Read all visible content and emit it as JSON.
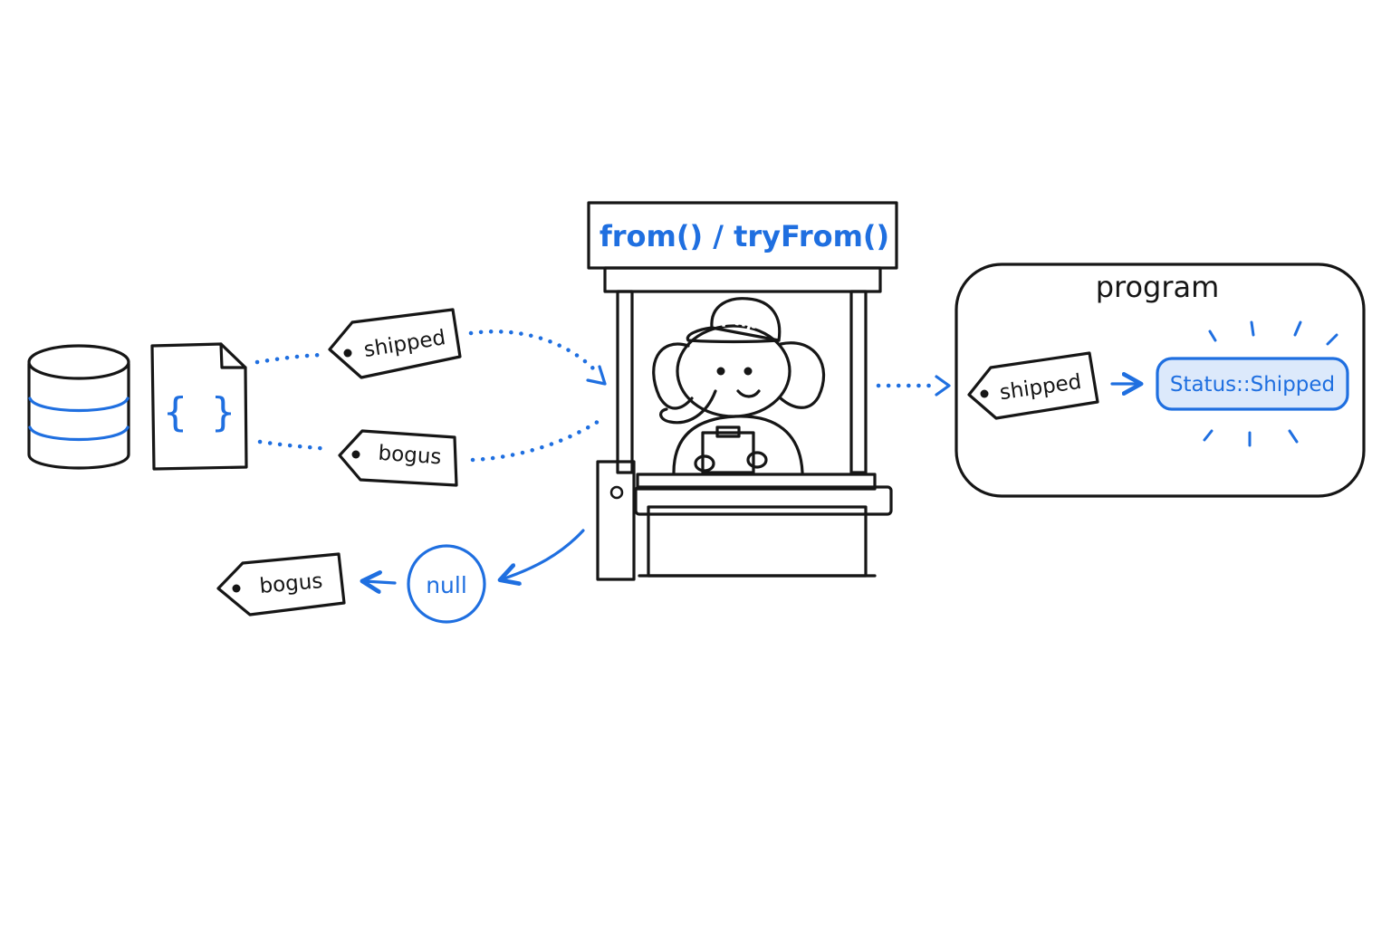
{
  "colors": {
    "accent": "#1f6fe0",
    "ink": "#161616",
    "accent_soft": "#dce9fb"
  },
  "booth": {
    "sign": "from() / tryFrom()",
    "cap_text": "php"
  },
  "inputs": {
    "source_icons": [
      "database-icon",
      "json-file-icon"
    ],
    "file_glyph": "{ }",
    "tag_valid": "shipped",
    "tag_invalid": "bogus"
  },
  "program": {
    "title": "program",
    "tag": "shipped",
    "enum_case": "Status::Shipped"
  },
  "rejected": {
    "result": "null",
    "tag": "bogus"
  }
}
